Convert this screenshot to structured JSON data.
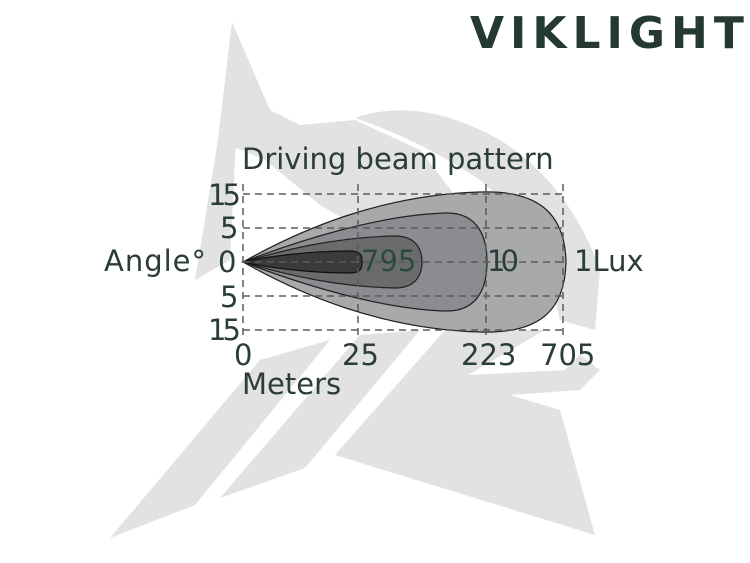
{
  "brand": {
    "name": "VIKLIGHT",
    "color": "#243834"
  },
  "colors": {
    "text": "#2b3d39",
    "background_logo": "#e1e2e1",
    "zone_1lux": "#a8a9ab",
    "zone_10lux": "#8b8c8f",
    "zone_mid": "#6a6b6d",
    "zone_core": "#3a3b3c",
    "grid": "#5a5b5b"
  },
  "chart_data": {
    "type": "area",
    "title": "Driving beam pattern",
    "xlabel": "Meters",
    "ylabel": "Angle°",
    "x_ticks": [
      "0",
      "25",
      "223",
      "705"
    ],
    "y_ticks": [
      "15",
      "5",
      "0",
      "5",
      "15"
    ],
    "grid": true,
    "zones": [
      {
        "label": "1Lux",
        "reach_m": 705,
        "half_angle_deg": 15
      },
      {
        "label": "10",
        "reach_m": 223,
        "half_angle_deg": 10
      },
      {
        "label": "795",
        "reach_m": 120,
        "half_angle_deg": 5
      },
      {
        "label": "",
        "reach_m": 25,
        "half_angle_deg": 2
      }
    ],
    "annotations": [
      "795",
      "10",
      "1Lux"
    ]
  },
  "labels": {
    "title": "Driving beam pattern",
    "y_axis": "Angle°",
    "x_axis": "Meters",
    "y_ticks": [
      "15",
      "5",
      "0",
      "5",
      "15"
    ],
    "x_ticks": [
      "0",
      "25",
      "223",
      "705"
    ],
    "zone_795": "795",
    "zone_10": "10",
    "zone_1lux": "1Lux"
  }
}
